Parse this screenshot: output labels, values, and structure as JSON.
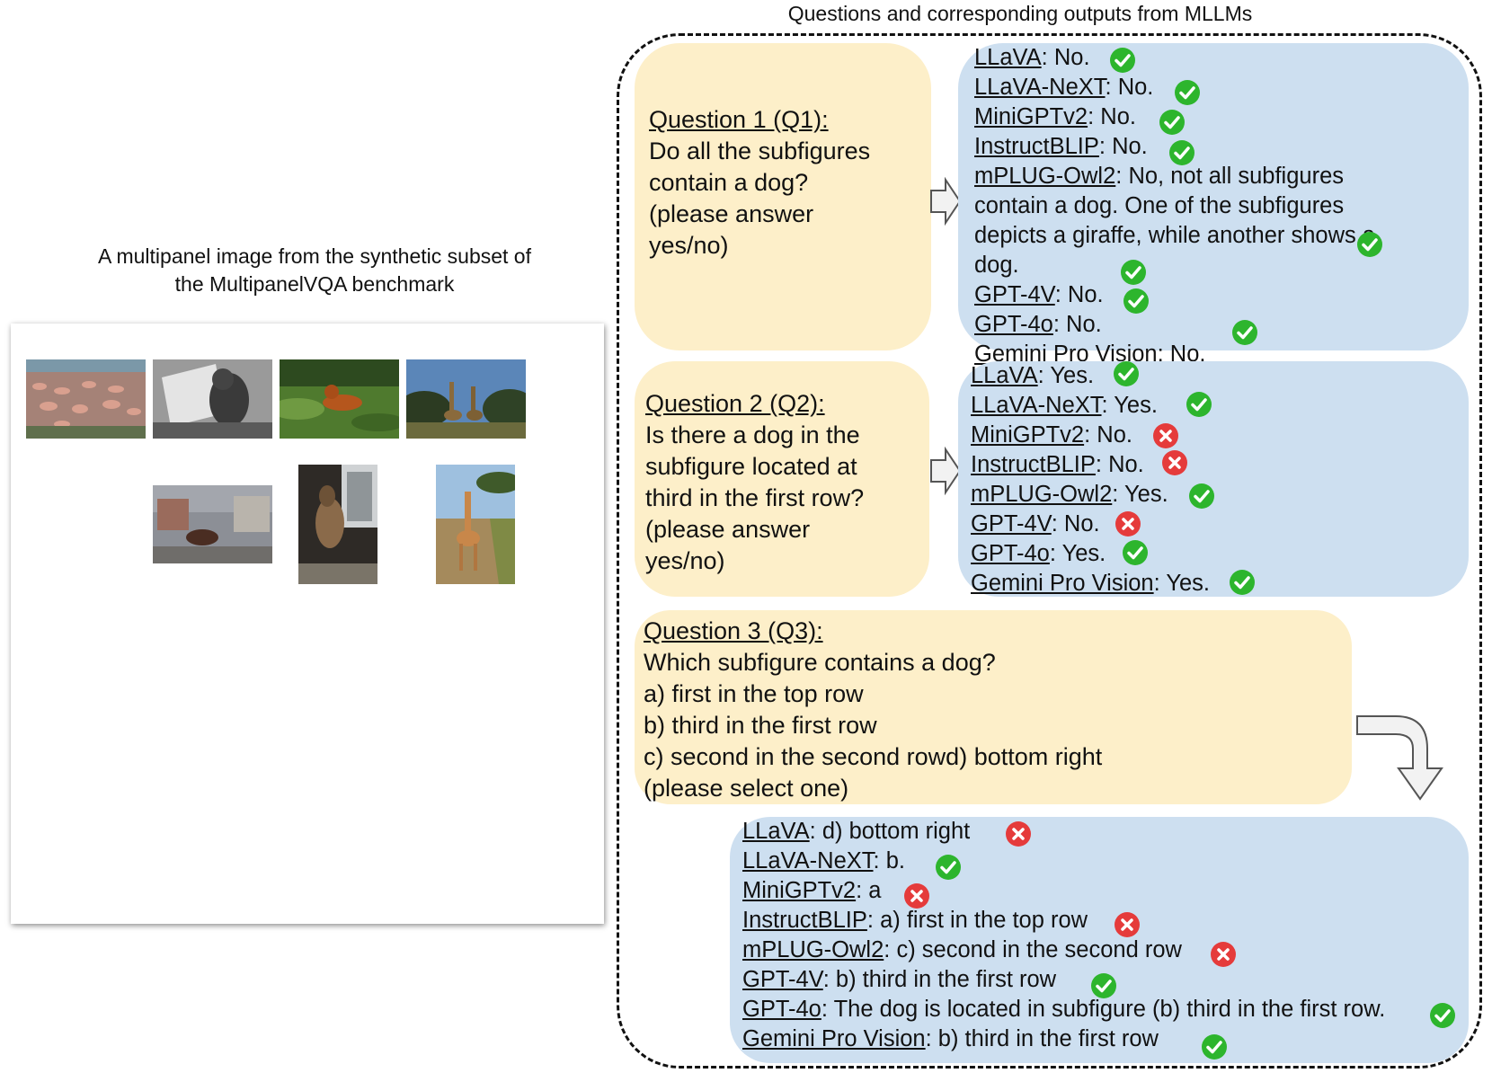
{
  "left": {
    "caption_line1": "A multipanel image from the synthetic subset of",
    "caption_line2": "the MultipanelVQA benchmark"
  },
  "right": {
    "caption": "Questions and corresponding outputs from MLLMs"
  },
  "q1": {
    "title": "Question 1 (Q1):",
    "lines": [
      "Do all the subfigures",
      "contain a dog?",
      "(please answer",
      "yes/no)"
    ],
    "answers": [
      {
        "model": "LLaVA",
        "text": ": No."
      },
      {
        "model": "LLaVA-NeXT",
        "text": ": No."
      },
      {
        "model": "MiniGPTv2",
        "text": ": No."
      },
      {
        "model": "InstructBLIP",
        "text": ": No."
      },
      {
        "model": "mPLUG-Owl2",
        "text": ": No, not all subfigures"
      },
      {
        "model": "",
        "text": "contain a dog. One of the subfigures"
      },
      {
        "model": "",
        "text": "depicts a giraffe, while another shows a"
      },
      {
        "model": "",
        "text": "dog."
      },
      {
        "model": "GPT-4V",
        "text": ": No."
      },
      {
        "model": "GPT-4o",
        "text": ": No."
      },
      {
        "model": "Gemini Pro Vision",
        "text": ": No."
      }
    ]
  },
  "q2": {
    "title": "Question 2 (Q2):",
    "lines": [
      "Is there a dog in the",
      "subfigure located at",
      "third in the first row?",
      "(please answer",
      "yes/no)"
    ],
    "answers": [
      {
        "model": "LLaVA",
        "text": ": Yes."
      },
      {
        "model": "LLaVA-NeXT",
        "text": ": Yes."
      },
      {
        "model": "MiniGPTv2",
        "text": ": No."
      },
      {
        "model": "InstructBLIP",
        "text": ": No."
      },
      {
        "model": "mPLUG-Owl2",
        "text": ": Yes."
      },
      {
        "model": "GPT-4V",
        "text": ": No."
      },
      {
        "model": "GPT-4o",
        "text": ": Yes."
      },
      {
        "model": "Gemini Pro Vision",
        "text": ": Yes."
      }
    ]
  },
  "q3": {
    "title": "Question 3 (Q3):",
    "lines": [
      "Which subfigure contains a dog?",
      "a) first in the top row",
      "b) third in the first row",
      "c) second in the second rowd) bottom right",
      "(please select one)"
    ],
    "answers": [
      {
        "model": "LLaVA",
        "text": ": d) bottom right"
      },
      {
        "model": "LLaVA-NeXT",
        "text": ": b."
      },
      {
        "model": "MiniGPTv2",
        "text": ": a"
      },
      {
        "model": "InstructBLIP",
        "text": ": a) first in the top row"
      },
      {
        "model": "mPLUG-Owl2",
        "text": ": c) second in the second row"
      },
      {
        "model": "GPT-4V",
        "text": ": b) third in the first row"
      },
      {
        "model": "GPT-4o",
        "text": ": The dog is located in subfigure (b) third in the first row."
      },
      {
        "model": "Gemini Pro Vision",
        "text": ": b) third in the first row"
      }
    ]
  },
  "marks": {
    "correct": "check-icon",
    "wrong": "cross-icon",
    "correct_color": "#2db52d",
    "wrong_color": "#e53b3b"
  }
}
